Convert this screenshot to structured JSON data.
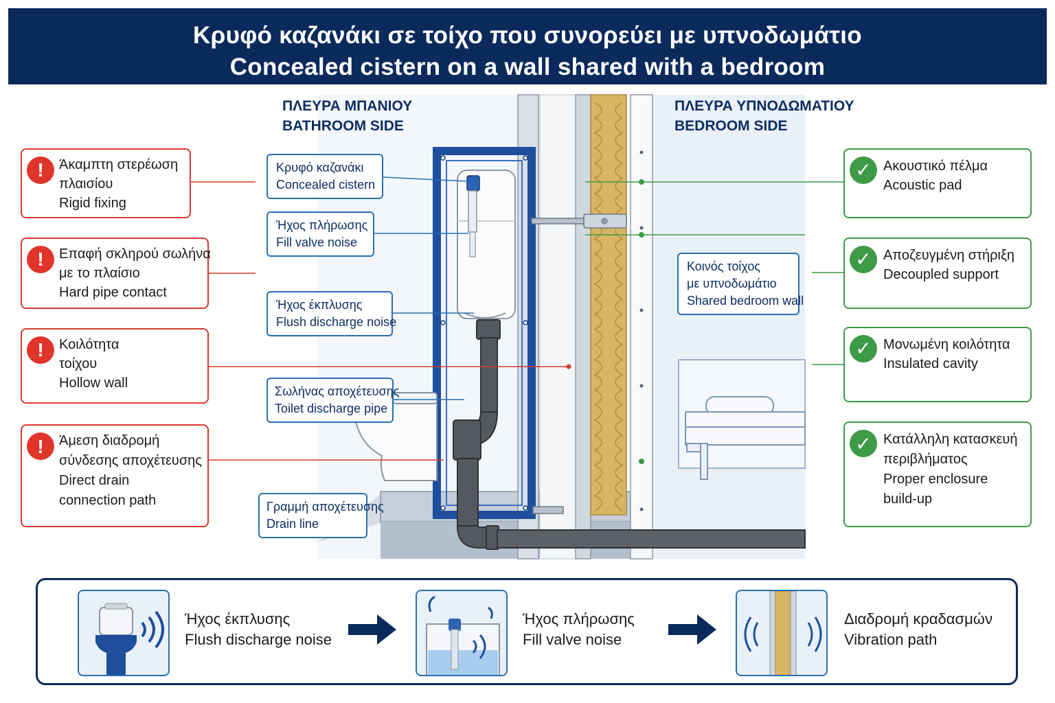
{
  "header": {
    "title_el": "Κρυφό καζανάκι σε τοίχο που συνορεύει με υπνοδωμάτιο",
    "title_en": "Concealed cistern on a wall shared with a bedroom"
  },
  "sides": {
    "bathroom_el": "ΠΛΕΥΡΑ ΜΠΑΝΙΟΥ",
    "bathroom_en": "BATHROOM SIDE",
    "bedroom_el": "ΠΛΕΥΡΑ ΥΠΝΟΔΩΜΑΤΙΟΥ",
    "bedroom_en": "BEDROOM SIDE"
  },
  "problems": [
    {
      "lines": [
        "Άκαμπτη στερέωση",
        "πλαισίου",
        "Rigid fixing"
      ]
    },
    {
      "lines": [
        "Επαφή σκληρού σωλήνα",
        "με το πλαίσιο",
        "Hard pipe contact"
      ]
    },
    {
      "lines": [
        "Κοιλότητα",
        "τοίχου",
        "Hollow wall"
      ]
    },
    {
      "lines": [
        "Άμεση διαδρομή",
        "σύνδεσης αποχέτευσης",
        "Direct drain",
        "connection path"
      ]
    }
  ],
  "solutions": [
    {
      "lines": [
        "Ακουστικό πέλμα",
        "Acoustic pad"
      ]
    },
    {
      "lines": [
        "Αποζευγμένη στήριξη",
        "Decoupled support"
      ]
    },
    {
      "lines": [
        "Μονωμένη κοιλότητα",
        "Insulated cavity"
      ]
    },
    {
      "lines": [
        "Κατάλληλη κατασκευή",
        "περιβλήματος",
        "Proper enclosure",
        "build-up"
      ]
    }
  ],
  "tags": {
    "cistern": [
      "Κρυφό καζανάκι",
      "Concealed cistern"
    ],
    "fill_valve": [
      "Ήχος πλήρωσης",
      "Fill valve noise"
    ],
    "flush": [
      "Ήχος έκπλυσης",
      "Flush discharge noise"
    ],
    "discharge_pipe": [
      "Σωλήνας αποχέτευσης",
      "Toilet discharge pipe"
    ],
    "drain_line": [
      "Γραμμή αποχέτευσης",
      "Drain line"
    ],
    "shared_wall": [
      "Κοινός τοίχος",
      "με υπνοδωμάτιο",
      "Shared bedroom wall"
    ]
  },
  "bottom_steps": [
    {
      "icon": "toilet-sound-icon",
      "lines": [
        "Ήχος έκπλυσης",
        "Flush discharge noise"
      ]
    },
    {
      "icon": "fill-valve-sound-icon",
      "lines": [
        "Ήχος πλήρωσης",
        "Fill valve noise"
      ]
    },
    {
      "icon": "wall-vibration-icon",
      "lines": [
        "Διαδρομή κραδασμών",
        "Vibration path"
      ]
    }
  ],
  "colors": {
    "navy": "#0b2a5c",
    "problem_red": "#d73a2f",
    "solution_green": "#3d9a45",
    "frame_blue": "#1f4f9c",
    "insulation": "#d8b565"
  }
}
